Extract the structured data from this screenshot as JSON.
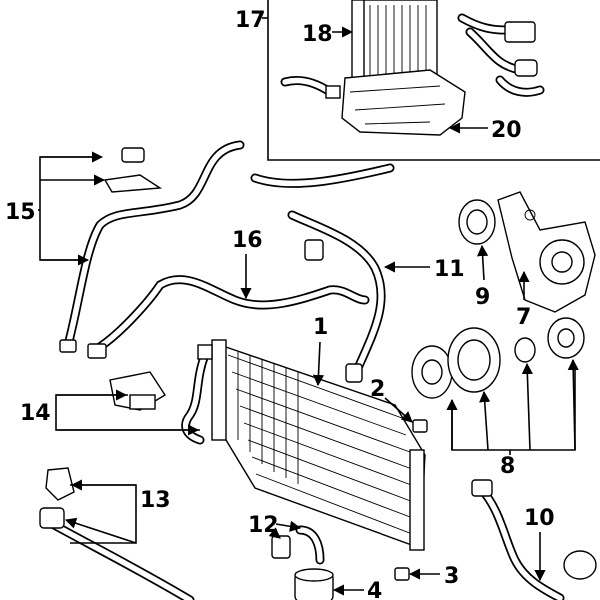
{
  "callouts": {
    "c1": "1",
    "c2": "2",
    "c3": "3",
    "c4": "4",
    "c7": "7",
    "c8": "8",
    "c9": "9",
    "c10": "10",
    "c11": "11",
    "c12": "12",
    "c13": "13",
    "c14": "14",
    "c15": "15",
    "c16": "16",
    "c17": "17",
    "c18": "18",
    "c20": "20"
  }
}
